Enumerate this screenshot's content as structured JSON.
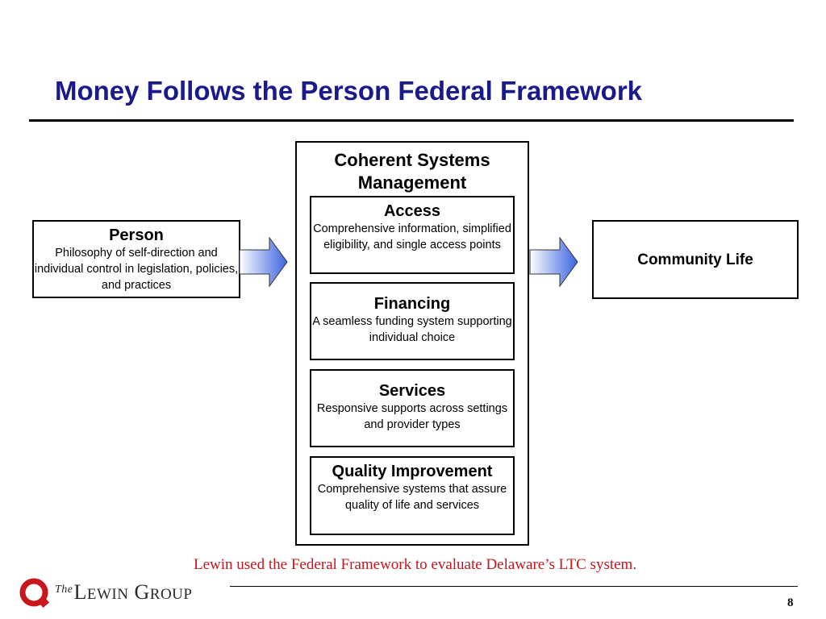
{
  "slide": {
    "title": "Money Follows the Person Federal Framework",
    "note": "Lewin used the Federal Framework to evaluate Delaware’s LTC system.",
    "page_number": "8"
  },
  "person": {
    "heading": "Person",
    "description": "Philosophy of self-direction and individual control in legislation, policies, and practices"
  },
  "systems": {
    "title": "Coherent Systems Management",
    "components": [
      {
        "heading": "Access",
        "description": "Comprehensive information, simplified eligibility, and single access points"
      },
      {
        "heading": "Financing",
        "description": "A seamless funding system supporting individual choice"
      },
      {
        "heading": "Services",
        "description": "Responsive supports across settings and provider types"
      },
      {
        "heading": "Quality Improvement",
        "description": "Comprehensive systems that assure quality of life and services"
      }
    ]
  },
  "outcome": {
    "heading": "Community Life"
  },
  "logo": {
    "the": "The",
    "first_initial": "L",
    "first_rest": "EWIN",
    "second_initial": "G",
    "second_rest": "ROUP"
  },
  "colors": {
    "title": "#1a1a8c",
    "note": "#c8161d",
    "arrow_light": "#ffffff",
    "arrow_dark": "#3a63e0",
    "logo_red": "#c8161d"
  },
  "icons": {
    "arrows": "right-arrow-icon",
    "logo": "lewin-logo-icon"
  }
}
